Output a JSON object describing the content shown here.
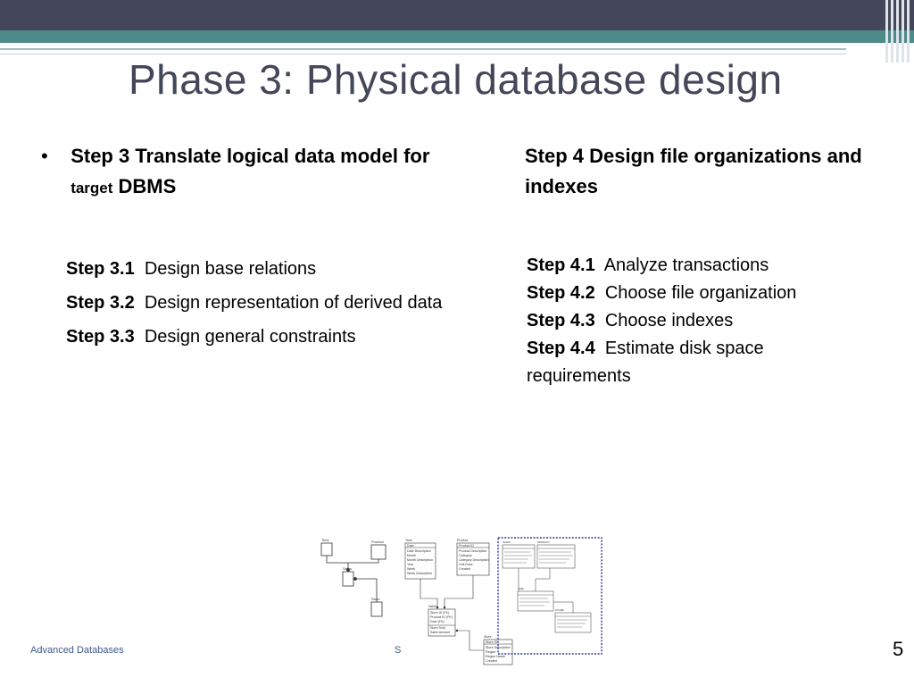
{
  "title": "Phase 3: Physical database design",
  "left": {
    "bullet": "•",
    "heading_part1": "Step 3  Translate logical data model for ",
    "heading_small": "target",
    "heading_part2": " DBMS",
    "items": [
      {
        "label": "Step 3.1",
        "text": "Design base relations"
      },
      {
        "label": "Step 3.2",
        "text": "Design representation of derived data"
      },
      {
        "label": "Step 3.3",
        "text": "Design general constraints"
      }
    ]
  },
  "right": {
    "heading": "Step 4  Design file organizations and indexes",
    "items": [
      {
        "label": "Step 4.1",
        "text": "Analyze transactions"
      },
      {
        "label": "Step 4.2",
        "text": "Choose file organization"
      },
      {
        "label": "Step 4.3",
        "text": "Choose indexes"
      },
      {
        "label": "Step 4.4",
        "text": "Estimate disk space requirements"
      }
    ]
  },
  "diagram_labels": {
    "time": "Time",
    "product": "Product",
    "sales": "Sales",
    "store": "Store",
    "t_time": "Time",
    "t_product": "Product",
    "t_sales": "Sales",
    "t_store": "Store",
    "time_fields": [
      "Date",
      "Date Description",
      "Month",
      "Month Description",
      "Year",
      "Week",
      "Week Description"
    ],
    "product_fields": [
      "Product ID",
      "Product Description",
      "Category",
      "Category Description",
      "Unit Price",
      "Created"
    ],
    "sales_fields": [
      "Store ID (FK)",
      "Product ID (FK)",
      "Date (FK)",
      "Store Sold",
      "Sales Amount"
    ],
    "store_fields": [
      "Store ID",
      "Store Description",
      "Region",
      "Region Name",
      "Created"
    ],
    "p_sales": "SALES",
    "p_product": "PRODUCT",
    "p_time": "TIME",
    "p_store": "STORE"
  },
  "footer": {
    "course": "Advanced Databases",
    "mid": "S",
    "page": "5"
  },
  "colors": {
    "top_bar": "#444659",
    "teal": "#4e8a89",
    "title": "#444659",
    "footer": "#3e5a8c",
    "diagram_border": "#2d3b8f"
  }
}
